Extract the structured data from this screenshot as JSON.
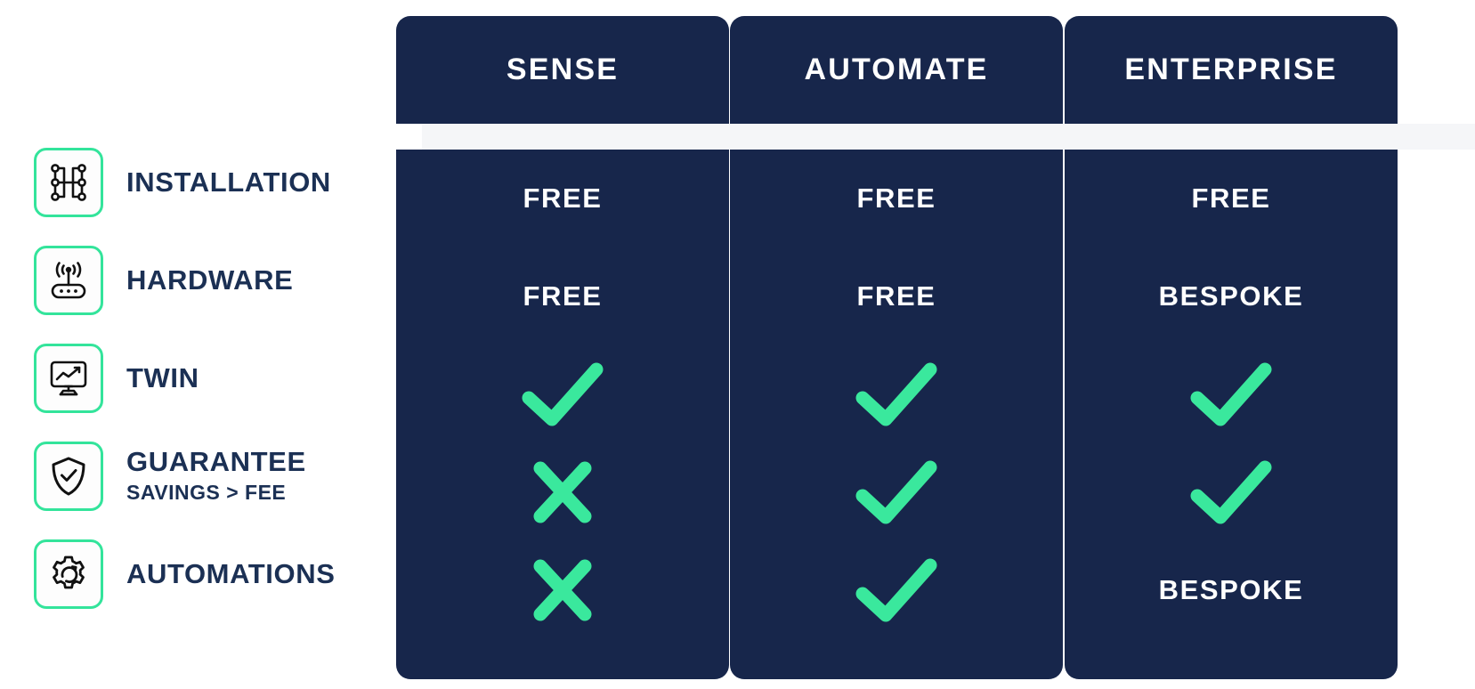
{
  "theme": {
    "navy": "#17264b",
    "mint": "#33e49b",
    "check_green": "#3ae89d",
    "label_navy": "#1b3054",
    "band_gray": "#f5f6f8",
    "page_bg": "#ffffff"
  },
  "table": {
    "plans": [
      {
        "name": "SENSE"
      },
      {
        "name": "AUTOMATE"
      },
      {
        "name": "ENTERPRISE"
      }
    ],
    "features": [
      {
        "label": "INSTALLATION",
        "sublabel": "",
        "icon": "network-nodes-icon",
        "values": [
          {
            "kind": "text",
            "text": "FREE"
          },
          {
            "kind": "text",
            "text": "FREE"
          },
          {
            "kind": "text",
            "text": "FREE"
          }
        ]
      },
      {
        "label": "HARDWARE",
        "sublabel": "",
        "icon": "wifi-router-icon",
        "values": [
          {
            "kind": "text",
            "text": "FREE"
          },
          {
            "kind": "text",
            "text": "FREE"
          },
          {
            "kind": "text",
            "text": "BESPOKE"
          }
        ]
      },
      {
        "label": "TWIN",
        "sublabel": "",
        "icon": "monitor-chart-icon",
        "values": [
          {
            "kind": "check",
            "text": ""
          },
          {
            "kind": "check",
            "text": ""
          },
          {
            "kind": "check",
            "text": ""
          }
        ]
      },
      {
        "label": "GUARANTEE",
        "sublabel": "SAVINGS > FEE",
        "icon": "shield-check-icon",
        "values": [
          {
            "kind": "cross",
            "text": ""
          },
          {
            "kind": "check",
            "text": ""
          },
          {
            "kind": "check",
            "text": ""
          }
        ]
      },
      {
        "label": "AUTOMATIONS",
        "sublabel": "",
        "icon": "gear-refresh-icon",
        "values": [
          {
            "kind": "cross",
            "text": ""
          },
          {
            "kind": "check",
            "text": ""
          },
          {
            "kind": "text",
            "text": "BESPOKE"
          }
        ]
      }
    ]
  }
}
